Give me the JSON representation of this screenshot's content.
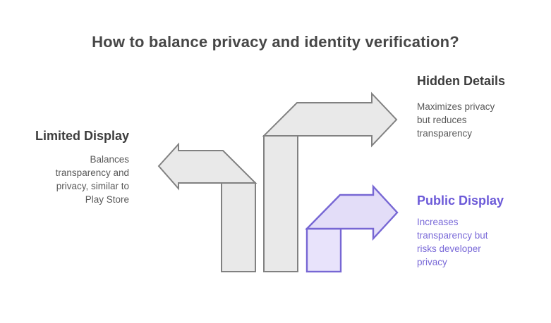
{
  "title": "How to balance privacy and identity verification?",
  "colors": {
    "title_text": "#474747",
    "heading_text": "#3d3d3d",
    "body_text": "#595959",
    "purple_heading_text": "#6c5ad8",
    "purple_body_text": "#7a6ad8",
    "gray_arrow_fill": "#e9e9e9",
    "gray_arrow_stroke": "#818181",
    "purple_arrow_fill": "#e3ddf8",
    "purple_rect_fill": "#e8e3fb",
    "purple_arrow_stroke": "#7767d4"
  },
  "items": [
    {
      "title": "Limited Display",
      "lines": [
        "Balances",
        "transparency and",
        "privacy, similar to",
        "Play Store"
      ]
    },
    {
      "title": "Hidden Details",
      "lines": [
        "Maximizes privacy",
        "but reduces",
        "transparency"
      ]
    },
    {
      "title": "Public Display",
      "lines": [
        "Increases",
        "transparency but",
        "risks developer",
        "privacy"
      ]
    }
  ]
}
